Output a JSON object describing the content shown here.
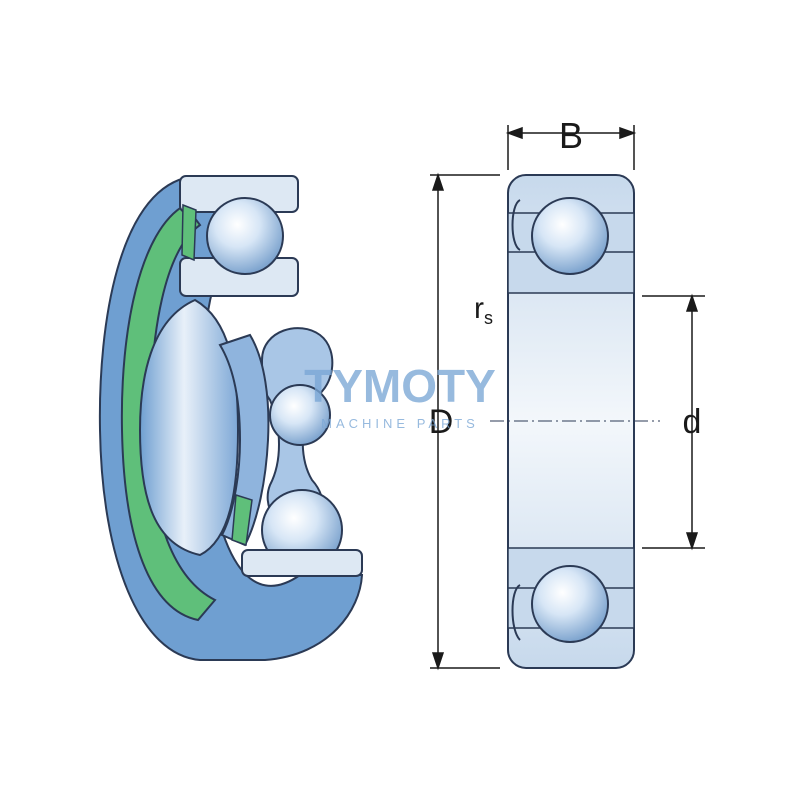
{
  "labels": {
    "width": "B",
    "outer_diameter": "D",
    "bore_diameter": "d",
    "radius_main": "r",
    "radius_sub": "s"
  },
  "watermark": {
    "brand": "TYMOTY",
    "tagline": "MACHINE PARTS"
  },
  "colors": {
    "steel_blue": "#6f9fd1",
    "steel_light": "#c9dcee",
    "seal_green": "#5fbf7a",
    "ball_highlight": "#ffffff",
    "outline": "#2b3a55",
    "section_fill": "#dde8f3",
    "watermark": "#7aa7d6"
  },
  "icons": {
    "perspective_view": "ball-bearing-cutaway-icon",
    "section_view": "ball-bearing-cross-section-icon"
  }
}
